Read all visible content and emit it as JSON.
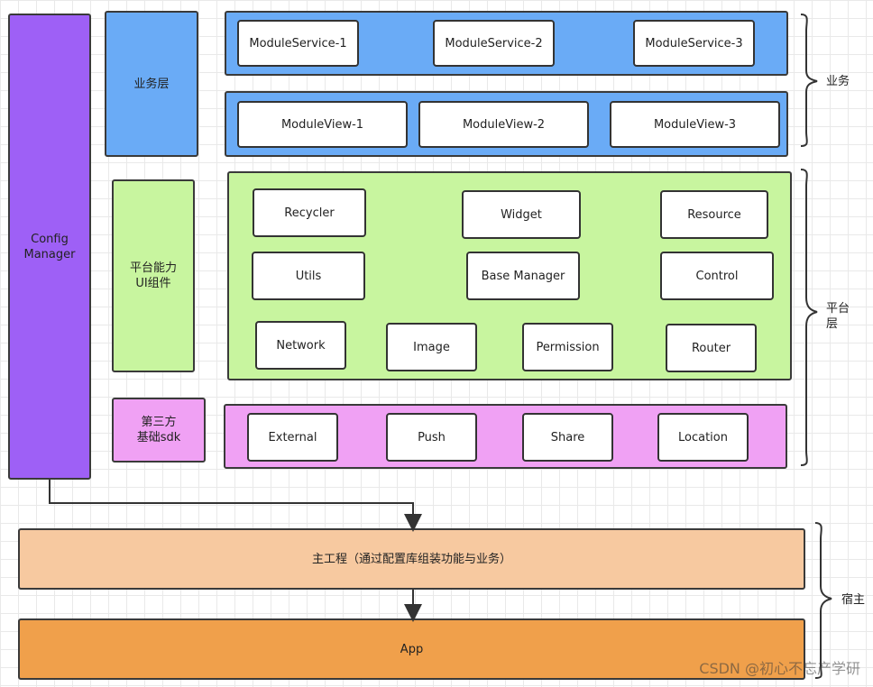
{
  "config_manager": {
    "label": "Config\nManager",
    "color": "#9e60f6"
  },
  "business_layer": {
    "label": "业务层",
    "color": "#6aabf6",
    "services": [
      "ModuleService-1",
      "ModuleService-2",
      "ModuleService-3"
    ],
    "views": [
      "ModuleView-1",
      "ModuleView-2",
      "ModuleView-3"
    ]
  },
  "platform_layer": {
    "label": "平台能力\nUI组件",
    "color": "#c8f59f",
    "row1": [
      "Recycler",
      "Widget",
      "Resource"
    ],
    "row2": [
      "Utils",
      "Base Manager",
      "Control"
    ],
    "row3": [
      "Network",
      "Image",
      "Permission",
      "Router"
    ]
  },
  "sdk_layer": {
    "label": "第三方\n基础sdk",
    "color": "#f0a1f4",
    "items": [
      "External",
      "Push",
      "Share",
      "Location"
    ]
  },
  "main_project": {
    "label": "主工程（通过配置库组装功能与业务）",
    "color": "#f7c9a0"
  },
  "app": {
    "label": "App",
    "color": "#f0a04b"
  },
  "brackets": {
    "business": "业务",
    "platform": "平台\n层",
    "host": "宿主"
  },
  "watermark": "CSDN @初心不忘产学研"
}
